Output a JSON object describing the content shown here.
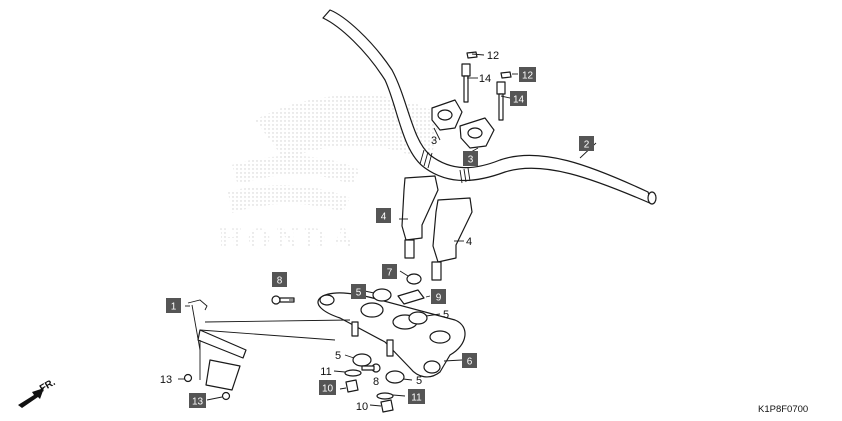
{
  "diagram_code": "K1P8F0700",
  "direction_label": "FR.",
  "watermark_text": "HONDA",
  "colors": {
    "box_fill": "#555555",
    "line": "#1a1a1a",
    "watermark": "#d9d9d9"
  },
  "callouts": [
    {
      "id": "c1",
      "text": "1",
      "boxed": true
    },
    {
      "id": "c2",
      "text": "2",
      "boxed": true
    },
    {
      "id": "c3a",
      "text": "3",
      "boxed": false
    },
    {
      "id": "c3b",
      "text": "3",
      "boxed": true
    },
    {
      "id": "c4a",
      "text": "4",
      "boxed": true
    },
    {
      "id": "c4b",
      "text": "4",
      "boxed": false
    },
    {
      "id": "c5a",
      "text": "5",
      "boxed": true
    },
    {
      "id": "c5b",
      "text": "5",
      "boxed": false
    },
    {
      "id": "c5c",
      "text": "5",
      "boxed": false
    },
    {
      "id": "c5d",
      "text": "5",
      "boxed": false
    },
    {
      "id": "c6",
      "text": "6",
      "boxed": true
    },
    {
      "id": "c7",
      "text": "7",
      "boxed": true
    },
    {
      "id": "c8a",
      "text": "8",
      "boxed": true
    },
    {
      "id": "c8b",
      "text": "8",
      "boxed": false
    },
    {
      "id": "c9",
      "text": "9",
      "boxed": true
    },
    {
      "id": "c10a",
      "text": "10",
      "boxed": true
    },
    {
      "id": "c10b",
      "text": "10",
      "boxed": false
    },
    {
      "id": "c11a",
      "text": "11",
      "boxed": false
    },
    {
      "id": "c11b",
      "text": "11",
      "boxed": true
    },
    {
      "id": "c12a",
      "text": "12",
      "boxed": false
    },
    {
      "id": "c12b",
      "text": "12",
      "boxed": true
    },
    {
      "id": "c13a",
      "text": "13",
      "boxed": false
    },
    {
      "id": "c13b",
      "text": "13",
      "boxed": true
    },
    {
      "id": "c14a",
      "text": "14",
      "boxed": false
    },
    {
      "id": "c14b",
      "text": "14",
      "boxed": true
    }
  ]
}
